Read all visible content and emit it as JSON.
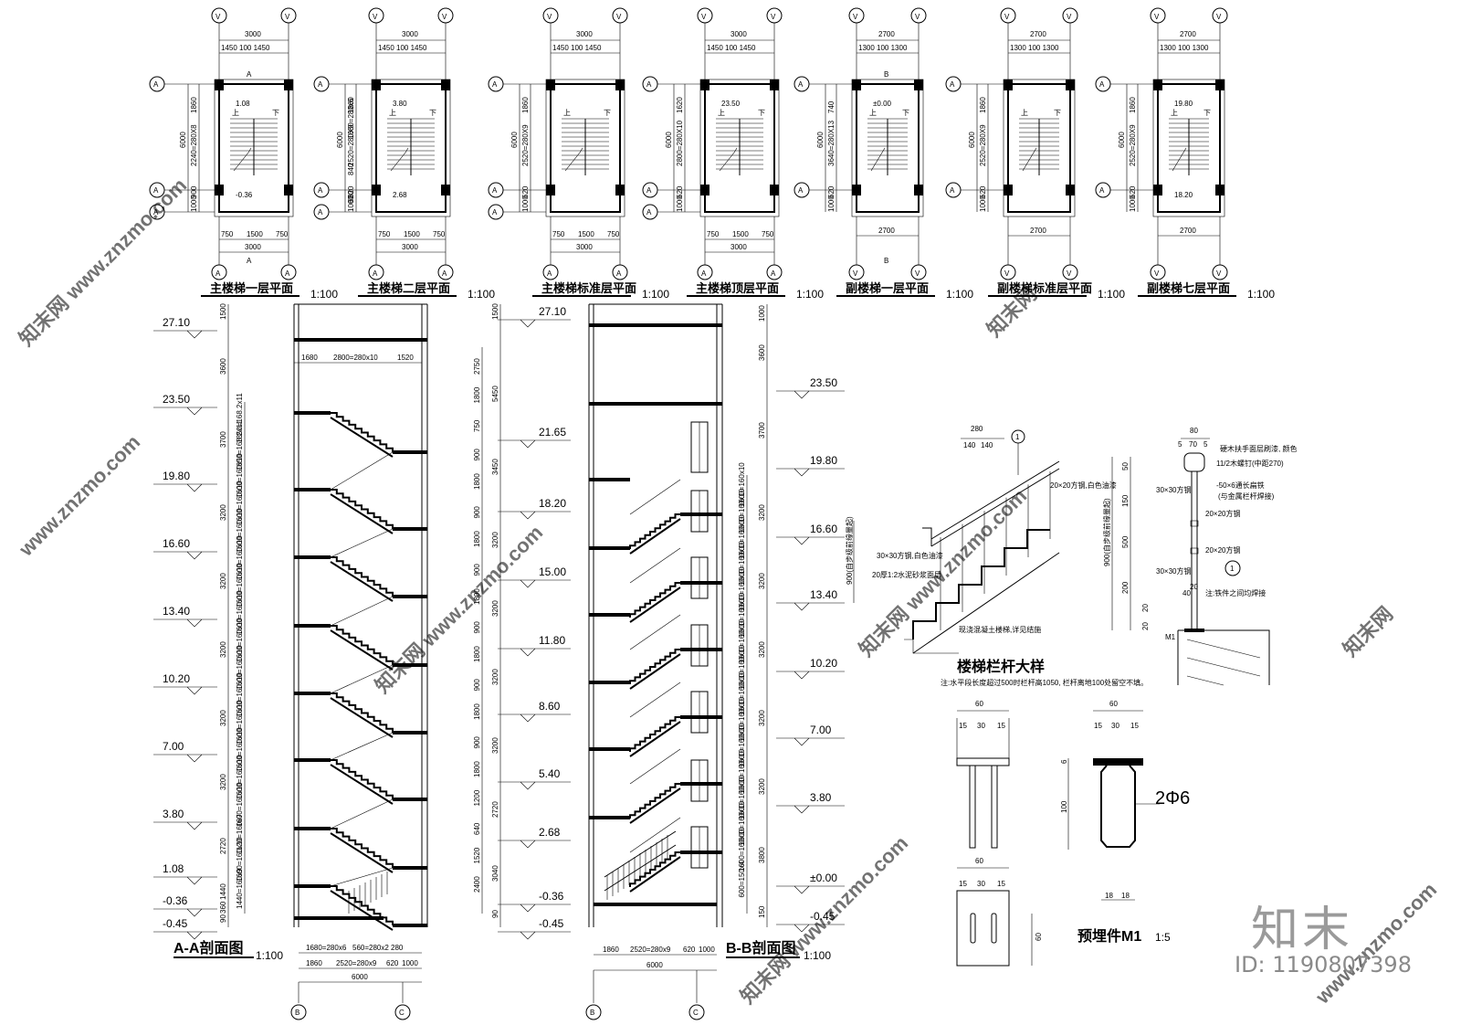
{
  "plans": [
    {
      "title": "主楼梯一层平面",
      "scale": "1:100",
      "top_dims": [
        "3000",
        "1450 100 1450"
      ],
      "bottom_dims": [
        "750",
        "1500",
        "750",
        "3000"
      ],
      "side_dims": [
        "1860",
        "2240=280X8",
        "900",
        "1000",
        "6000"
      ],
      "levels": [
        "1.08",
        "-0.36"
      ],
      "axis_top": [
        "V",
        "V"
      ],
      "axis_left": [
        "A",
        "A",
        "A"
      ],
      "axis_bottom": [
        "A",
        "A"
      ],
      "section_mark": "A"
    },
    {
      "title": "主楼梯二层平面",
      "scale": "1:100",
      "top_dims": [
        "3000",
        "1450 100 1450"
      ],
      "bottom_dims": [
        "750",
        "1500",
        "750",
        "3000"
      ],
      "side_dims": [
        "1860",
        "2520=280X9",
        "620",
        "1000",
        "6000",
        "1680=280x6",
        "840",
        "620"
      ],
      "levels": [
        "3.80",
        "2.68"
      ],
      "axis_top": [
        "V",
        "V"
      ],
      "axis_left": [
        "A",
        "A",
        "A"
      ],
      "axis_bottom": [
        "A",
        "A"
      ]
    },
    {
      "title": "主楼梯标准层平面",
      "scale": "1:100",
      "top_dims": [
        "3000",
        "1450 100 1450"
      ],
      "bottom_dims": [
        "750",
        "1500",
        "750",
        "3000"
      ],
      "side_dims": [
        "1860",
        "2520=280X9",
        "620",
        "1000",
        "6000"
      ],
      "levels": [],
      "axis_top": [
        "V",
        "V"
      ],
      "axis_left": [
        "A",
        "A",
        "A"
      ],
      "axis_bottom": [
        "A",
        "A"
      ]
    },
    {
      "title": "主楼梯顶层平面",
      "scale": "1:100",
      "top_dims": [
        "3000",
        "1450 100 1450"
      ],
      "bottom_dims": [
        "750",
        "1500",
        "750",
        "3000"
      ],
      "side_dims": [
        "1620",
        "2800=280X10",
        "620",
        "1000",
        "6000"
      ],
      "levels": [
        "23.50"
      ],
      "axis_top": [
        "V",
        "V"
      ],
      "axis_left": [
        "A",
        "A",
        "A"
      ],
      "axis_bottom": [
        "A",
        "A"
      ]
    },
    {
      "title": "副楼梯一层平面",
      "scale": "1:100",
      "top_dims": [
        "2700",
        "1300 100 1300"
      ],
      "bottom_dims": [
        "2700"
      ],
      "side_dims": [
        "740",
        "3640=280X13",
        "620",
        "1000",
        "6000"
      ],
      "levels": [
        "±0.00"
      ],
      "axis_top": [
        "V",
        "V"
      ],
      "axis_left": [
        "A",
        "A"
      ],
      "axis_bottom": [
        "V",
        "V"
      ],
      "section_mark": "B"
    },
    {
      "title": "副楼梯标准层平面",
      "scale": "1:100",
      "top_dims": [
        "2700",
        "1300 100 1300"
      ],
      "bottom_dims": [
        "2700"
      ],
      "side_dims": [
        "1860",
        "2520=280X9",
        "620",
        "1000",
        "6000"
      ],
      "levels": [],
      "axis_top": [
        "V",
        "V"
      ],
      "axis_left": [
        "A",
        "A"
      ],
      "axis_bottom": [
        "V",
        "V"
      ]
    },
    {
      "title": "副楼梯七层平面",
      "scale": "1:100",
      "top_dims": [
        "2700",
        "1300 100 1300"
      ],
      "bottom_dims": [
        "2700"
      ],
      "side_dims": [
        "1860",
        "2520=280X9",
        "620",
        "1000",
        "6000"
      ],
      "levels": [
        "19.80",
        "18.20"
      ],
      "axis_top": [
        "V",
        "V"
      ],
      "axis_left": [
        "A",
        "A"
      ],
      "axis_bottom": [
        "V",
        "V"
      ]
    }
  ],
  "plan_labels": {
    "up": "上",
    "down": "下"
  },
  "section_aa": {
    "title": "A-A剖面图",
    "scale": "1:100",
    "levels_left": [
      "27.10",
      "23.50",
      "19.80",
      "16.60",
      "13.40",
      "10.20",
      "7.00",
      "3.80",
      "1.08",
      "-0.36",
      "-0.45"
    ],
    "dims_left_outer": [
      "1500",
      "3600",
      "3700",
      "3200",
      "3200",
      "3200",
      "3200",
      "3200",
      "2720",
      "1440",
      "360",
      "90"
    ],
    "dims_left_inner": [
      "1850=168.2x11",
      "1850=168.2x11",
      "1600=160x10",
      "1600=160x10",
      "1600=160x10",
      "1600=160x10",
      "1600=160x10",
      "1600=160x10",
      "1600=160x10",
      "1600=160x10",
      "1600=160x10",
      "1600=160x10",
      "1600=160x10",
      "1600=160x10",
      "1600=160x10",
      "1120=160x7",
      "1600=160x10",
      "1440=160x9"
    ],
    "top_dim": [
      "1680",
      "2800=280x10",
      "1520"
    ],
    "bottom_dims": [
      "1680=280x6",
      "560=280x2",
      "280",
      "1860",
      "2520=280x9",
      "620",
      "1000",
      "6000"
    ],
    "axes": [
      "B",
      "C"
    ]
  },
  "section_middle_dims": {
    "levels": [
      "27.10",
      "21.65",
      "18.20",
      "15.00",
      "11.80",
      "8.60",
      "5.40",
      "2.68",
      "-0.36",
      "-0.45"
    ],
    "dims_outer": [
      "1500",
      "5450",
      "3450",
      "3200",
      "3200",
      "3200",
      "3200",
      "2720",
      "3040",
      "90"
    ],
    "dims_inner": [
      "2750",
      "1800",
      "750",
      "900",
      "1800",
      "900",
      "1800",
      "900",
      "1800",
      "900",
      "1800",
      "900",
      "1800",
      "900",
      "1800",
      "1200",
      "640",
      "1520",
      "2400"
    ]
  },
  "section_bb": {
    "title": "B-B剖面图",
    "scale": "1:100",
    "levels_right": [
      "23.50",
      "19.80",
      "16.60",
      "13.40",
      "10.20",
      "7.00",
      "3.80",
      "±0.00",
      "-0.45"
    ],
    "dims_right_outer": [
      "1000",
      "3600",
      "3700",
      "3200",
      "3200",
      "3200",
      "3200",
      "3200",
      "3800",
      "150"
    ],
    "dims_right_inner": [
      "1600=160x10",
      "1600=160x10",
      "1600=160x10",
      "1600=160x10",
      "1600=160x10",
      "1600=160x10",
      "1600=160x10",
      "1600=160x10",
      "1600=160x10",
      "1600=160x10",
      "1600=160x10",
      "1600=160x10",
      "1600=160x10",
      "1600=160x10",
      "1600=160x10",
      "600=150x4"
    ],
    "bottom_dims": [
      "1860",
      "2520=280x9",
      "620",
      "1000",
      "6000"
    ],
    "axes": [
      "B",
      "C"
    ]
  },
  "railing_detail": {
    "title": "楼梯栏杆大样",
    "note": "注:水平段长度超过500时栏杆高1050, 栏杆离地100处留空不填。",
    "dims_top": [
      "280",
      "140",
      "140"
    ],
    "labels": [
      "20×20方钢,白色油漆",
      "30×30方钢,白色油漆",
      "20厚1:2水泥砂浆面层",
      "现浇混凝土楼梯,详见结施"
    ],
    "side_label": "900(自步级前缘量起)",
    "axis": "1"
  },
  "handrail_section": {
    "labels": [
      "硬木扶手面层刷漆, 颜色",
      "11/2木螺钉(中距270)",
      "-50×6通长扁铁",
      "(与金属栏杆焊接)",
      "30×30方钢",
      "20×20方钢",
      "20×20方钢",
      "30×30方钢"
    ],
    "dims_top": [
      "80",
      "5",
      "70",
      "5"
    ],
    "dims_side": [
      "50",
      "150",
      "500",
      "200",
      "20",
      "20"
    ],
    "dims_bottom": [
      "20",
      "40"
    ],
    "note": "注:铁件之间均焊接",
    "mark": "M1",
    "side_label": "900(自步级前缘量起)",
    "circle_label": "1"
  },
  "embedded_part": {
    "title": "预埋件M1",
    "scale": "1:5",
    "dims_a": [
      "60",
      "15",
      "30",
      "15"
    ],
    "dims_b": [
      "60",
      "15",
      "30",
      "15"
    ],
    "dims_c": [
      "60",
      "15",
      "30",
      "15"
    ],
    "dims_vertical": [
      "6",
      "100",
      "60"
    ],
    "dims_bottom": [
      "18",
      "18"
    ],
    "rebar": "2Φ6"
  },
  "watermarks": [
    "知末网 www.znzmo.com",
    "www.znzmo.com",
    "知末网"
  ],
  "brand": {
    "logo": "知末",
    "id": "ID: 1190807398"
  }
}
